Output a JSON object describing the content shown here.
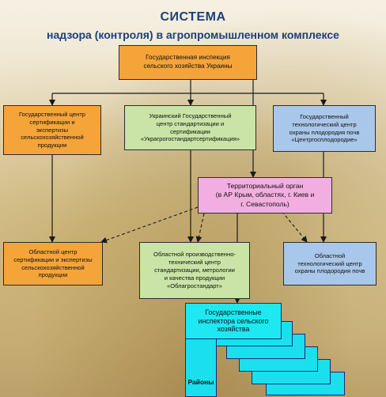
{
  "title": "СИСТЕМА",
  "subtitle": "надзора (контроля) в агропромышленном комплексе",
  "top": "Государственная инспекция\nсельского хозяйства Украины",
  "left_center": "Государственный центр\nсертификации и\nэкспертизы\nсельскохозяйственной\nпродукции",
  "mid_center": "Украинский Государственный\nцентр стандартизации и\nсертификации\n«Украгрогостандартсертификация»",
  "right_center": "Государственный\nтехнологический центр\nохраны плодородия почв\n«Центргосплодородие»",
  "territorial": "Территориальный орган\n(в АР Крым, областях, г. Киев и\nг. Севастополь)",
  "obl_left": "Областной центр\nсертификации и экспертизы\nсельскохозяйственной\nпродукции",
  "obl_mid": "Областной производственно-\nтехнический центр\nстандартизации, метрологии\nи качества продукции\n«Облагростандарт»",
  "obl_right": "Областной\nтехнологический центр\nохраны плодородия почв",
  "inspectors": "Государственные\nинспектора сельского\nхозяйства",
  "districts": "Районы"
}
